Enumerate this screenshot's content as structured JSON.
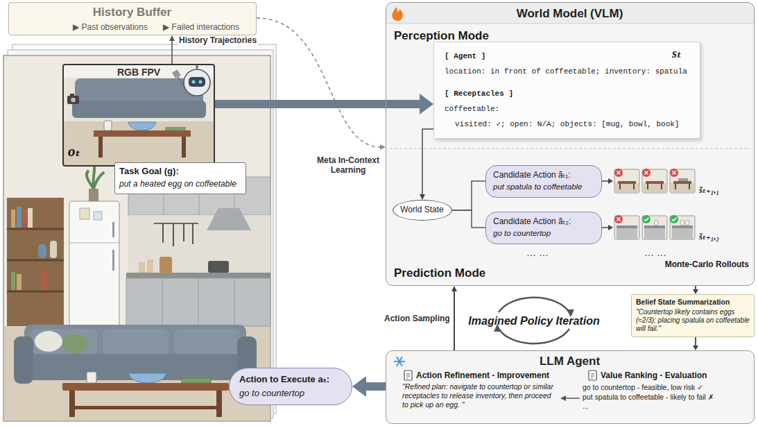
{
  "diagram": {
    "nodes": [
      {
        "text": [
          "History Buffer",
          "▶ Past observations",
          "▶ Failed interactions"
        ]
      },
      {
        "text": [
          "RGB FPV",
          "oₜ"
        ]
      },
      {
        "text": [
          "Task Goal (g):",
          "put a heated egg on coffeetable"
        ]
      },
      {
        "text": [
          "Action to Execute aₜ:",
          "go to countertop"
        ]
      },
      {
        "text": [
          "World Model (VLM)"
        ]
      },
      {
        "text": [
          "[ Agent ]",
          "location: in front of coffeetable; inventory: spatula",
          "[ Receptacles ]",
          "coffeetable:",
          "visited: ✓; open: N/A; objects: [mug, bowl, book]",
          "sₜ"
        ],
        "in": 4
      },
      {
        "text": [
          "World State"
        ],
        "in": 4
      },
      {
        "text": [
          "Candidate Action ãₜ₁:",
          "put spatula to coffeetable"
        ],
        "in": 4
      },
      {
        "text": [
          "Candidate Action ãₜ₂:",
          "go to countertop"
        ],
        "in": 4
      },
      {
        "text": [
          "s̃ₜ₊₁,₁"
        ],
        "in": 4
      },
      {
        "text": [
          "s̃ₜ₊₁,₂"
        ],
        "in": 4
      },
      {
        "text": [
          "Belief State Summarization",
          "\"Countertop likely contains eggs (≈2/3); placing spatula on coffeetable will fail.\""
        ]
      },
      {
        "text": [
          "LLM Agent"
        ]
      }
    ],
    "edges": [
      {
        "from": 1,
        "to": 0,
        "arrow": "to",
        "label": "History Trajectories"
      },
      {
        "from": 0,
        "to": 4,
        "arrow": "to",
        "label": "Meta In-Context Learning"
      },
      {
        "from": 1,
        "to": 5,
        "arrow": "to"
      },
      {
        "from": 5,
        "to": 6,
        "arrow": "to"
      },
      {
        "from": 6,
        "to": 7,
        "arrow": "none"
      },
      {
        "from": 6,
        "to": 8,
        "arrow": "none"
      },
      {
        "from": 7,
        "to": 9,
        "arrow": "to"
      },
      {
        "from": 8,
        "to": 10,
        "arrow": "to"
      },
      {
        "from": 4,
        "to": 11,
        "arrow": "to"
      },
      {
        "from": 11,
        "to": 12,
        "arrow": "to"
      },
      {
        "from": 12,
        "to": 4,
        "arrow": "to",
        "label": "Action Sampling"
      },
      {
        "from": 12,
        "to": 3,
        "arrow": "to"
      }
    ],
    "labels": [
      "Perception Mode",
      "… …",
      "… …",
      "Monte-Carlo Rollouts",
      "Prediction Mode",
      "Imagined Policy Iteration",
      "Action Refinement - Improvement",
      "\"Refined plan: navigate to countertop or similar receptacles to release inventory, then proceed to pick up an egg. \"",
      "Value Ranking - Evaluation",
      "go to countertop - feasible, low risk ✓",
      "put spatula to coffeetable - likely to fail ✗",
      "..."
    ]
  }
}
